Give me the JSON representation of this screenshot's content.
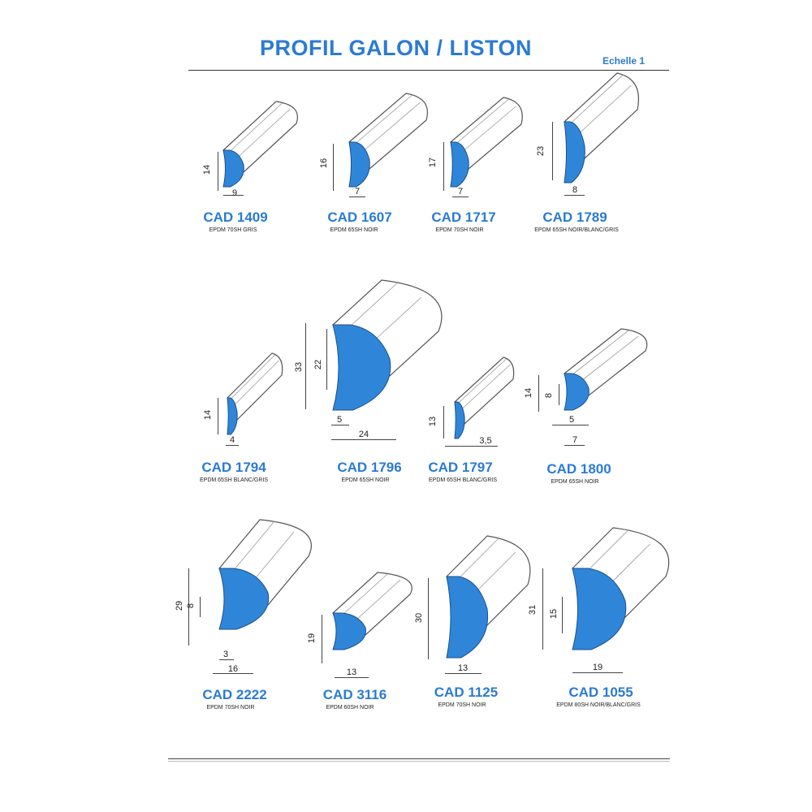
{
  "header": {
    "title": "PROFIL GALON / LISTON",
    "scale": "Echelle 1"
  },
  "colors": {
    "accent": "#2a7bd4",
    "profile_blue": "#2f86d8",
    "outline": "#555555"
  },
  "products": [
    {
      "code": "CAD 1409",
      "material": "EPDM 70SH GRIS",
      "dims": [
        "14",
        "9"
      ]
    },
    {
      "code": "CAD 1607",
      "material": "EPDM 65SH NOIR",
      "dims": [
        "16",
        "7"
      ]
    },
    {
      "code": "CAD 1717",
      "material": "EPDM 70SH NOIR",
      "dims": [
        "17",
        "7"
      ]
    },
    {
      "code": "CAD 1789",
      "material": "EPDM 65SH NOIR/BLANC/GRIS",
      "dims": [
        "23",
        "8"
      ]
    },
    {
      "code": "CAD 1794",
      "material": "EPDM 65SH BLANC/GRIS",
      "dims": [
        "14",
        "4"
      ]
    },
    {
      "code": "CAD 1796",
      "material": "EPDM 65SH NOIR",
      "dims": [
        "33",
        "22",
        "5",
        "24"
      ]
    },
    {
      "code": "CAD 1797",
      "material": "EPDM 65SH BLANC/GRIS",
      "dims": [
        "13",
        "3,5"
      ]
    },
    {
      "code": "CAD 1800",
      "material": "EPDM 65SH NOIR",
      "dims": [
        "14",
        "8",
        "5",
        "7"
      ]
    },
    {
      "code": "CAD 2222",
      "material": "EPDM 70SH NOIR",
      "dims": [
        "29",
        "8",
        "3",
        "16"
      ]
    },
    {
      "code": "CAD 3116",
      "material": "EPDM 60SH NOIR",
      "dims": [
        "19",
        "13"
      ]
    },
    {
      "code": "CAD 1125",
      "material": "EPDM 70SH NOIR",
      "dims": [
        "30",
        "13"
      ]
    },
    {
      "code": "CAD 1055",
      "material": "EPDM 80SH NOIR/BLANC/GRIS",
      "dims": [
        "31",
        "15",
        "19"
      ]
    }
  ]
}
